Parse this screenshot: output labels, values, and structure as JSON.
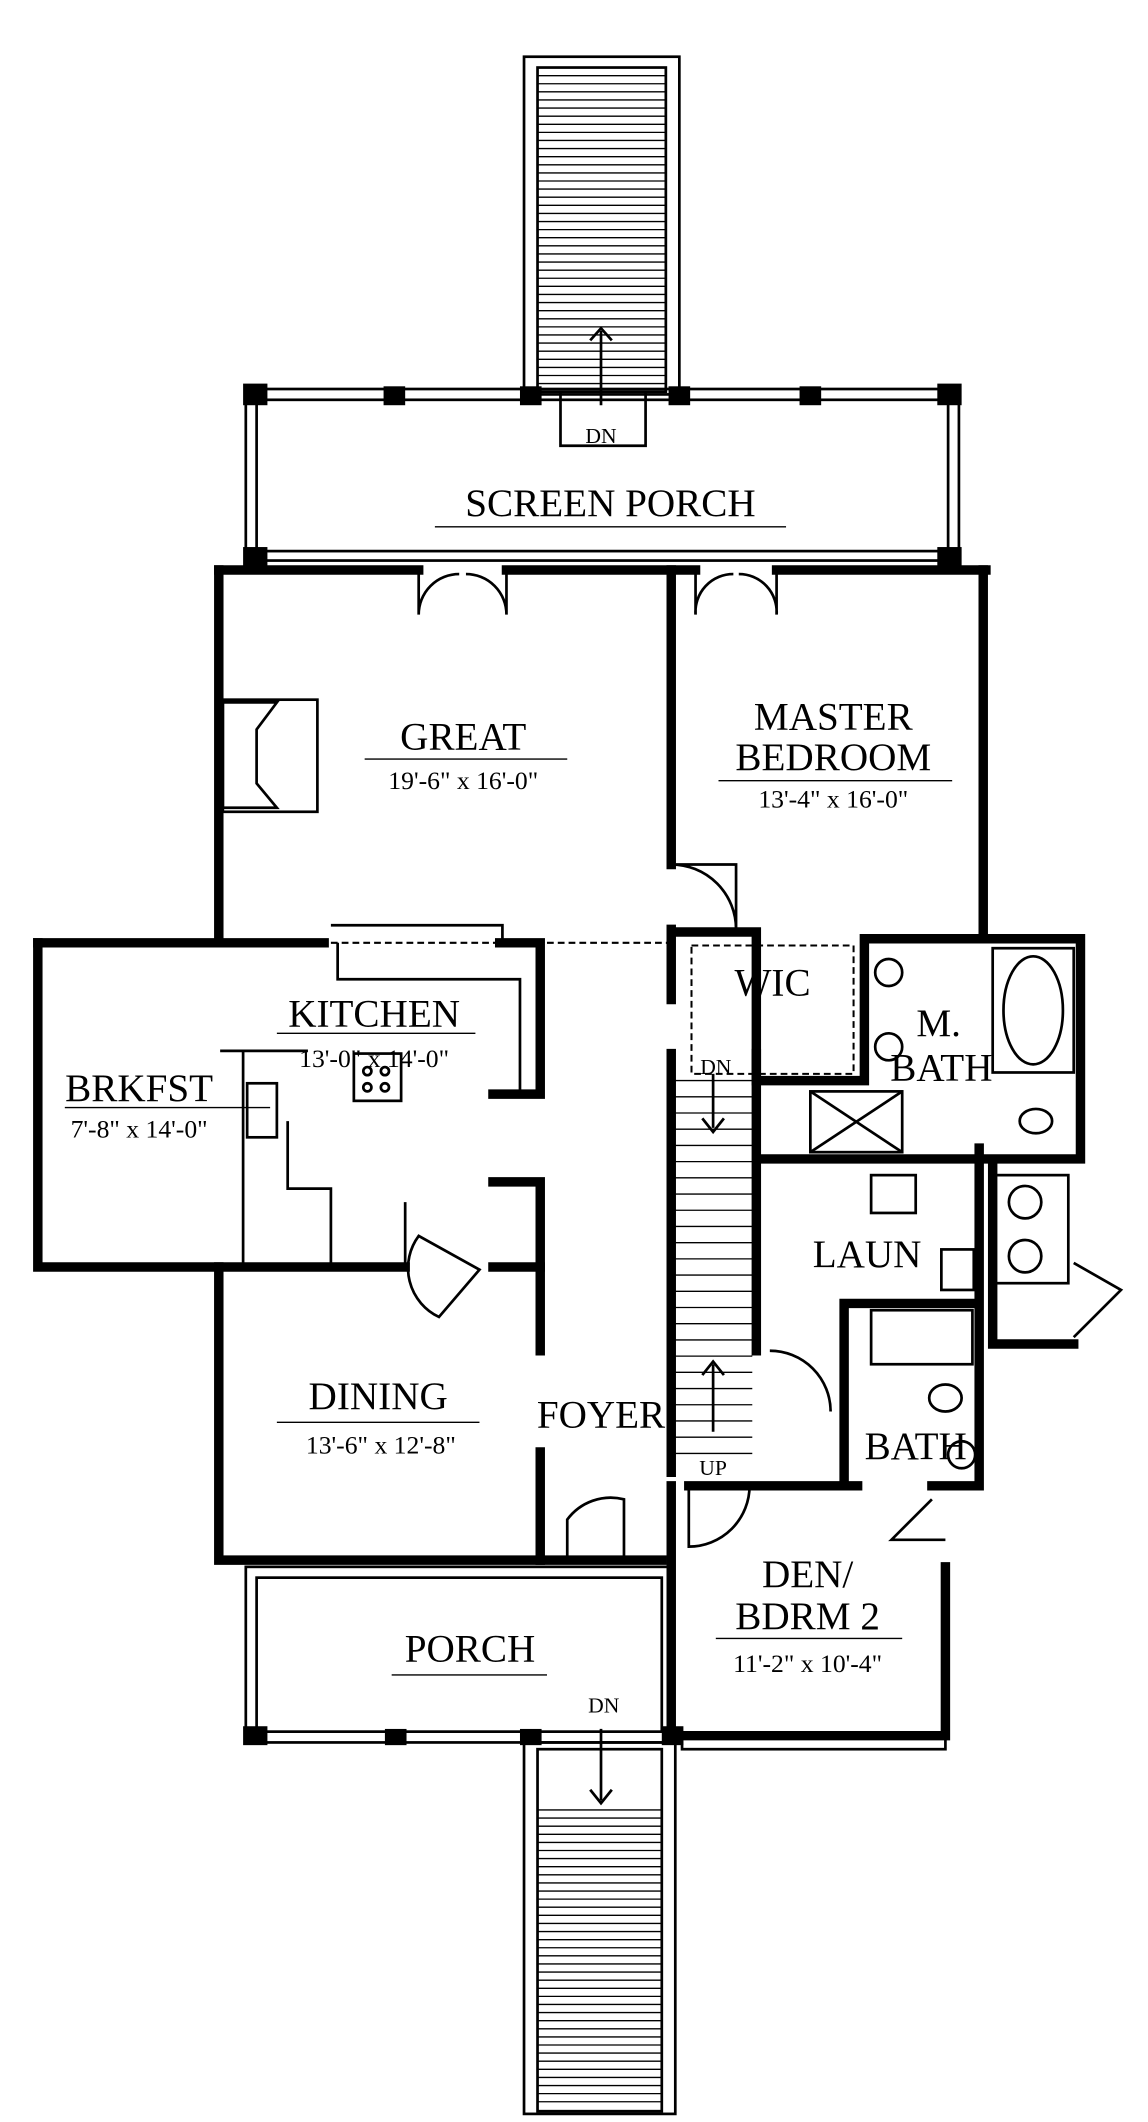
{
  "rooms": {
    "screen_porch": {
      "name": "SCREEN PORCH"
    },
    "great": {
      "name": "GREAT",
      "size": "19'-6\" x 16'-0\""
    },
    "master": {
      "name1": "MASTER",
      "name2": "BEDROOM",
      "size": "13'-4\" x 16'-0\""
    },
    "wic": {
      "name": "WIC"
    },
    "mbath": {
      "name1": "M.",
      "name2": "BATH"
    },
    "kitchen": {
      "name": "KITCHEN",
      "size": "13'-0\" x 14'-0\""
    },
    "brkfst": {
      "name": "BRKFST",
      "size": "7'-8\" x 14'-0\""
    },
    "laun": {
      "name": "LAUN"
    },
    "dining": {
      "name": "DINING",
      "size": "13'-6\" x 12'-8\""
    },
    "foyer": {
      "name": "FOYER"
    },
    "bath": {
      "name": "BATH"
    },
    "den": {
      "name1": "DEN/",
      "name2": "BDRM 2",
      "size": "11'-2\" x 10'-4\""
    },
    "porch": {
      "name": "PORCH"
    }
  },
  "stair_labels": {
    "top_dn": "DN",
    "inner_dn": "DN",
    "up": "UP",
    "bottom_dn": "DN"
  }
}
